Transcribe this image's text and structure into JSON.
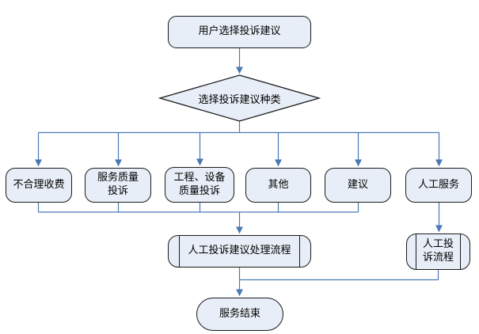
{
  "diagram": {
    "colors": {
      "node_fill": "#e8eef7",
      "node_border": "#1a1a1a",
      "connector": "#4a77b5",
      "text": "#000000",
      "page_background": "#ffffff"
    },
    "nodes": {
      "start": {
        "label": "用户选择投诉建议"
      },
      "decision": {
        "label": "选择投诉建议种类"
      },
      "branch_unreasonable_fees": {
        "label": "不合理收费"
      },
      "branch_service_quality": {
        "label": "服务质量\n投诉"
      },
      "branch_engineering_quality": {
        "label": "工程、设备\n质量投诉"
      },
      "branch_other": {
        "label": "其他"
      },
      "branch_suggestion": {
        "label": "建议"
      },
      "branch_manual_service": {
        "label": "人工服务"
      },
      "process_complaint_handling": {
        "label": "人工投诉建议处理流程"
      },
      "process_manual_complaint": {
        "label": "人工投\n诉流程"
      },
      "end": {
        "label": "服务结束"
      }
    }
  }
}
